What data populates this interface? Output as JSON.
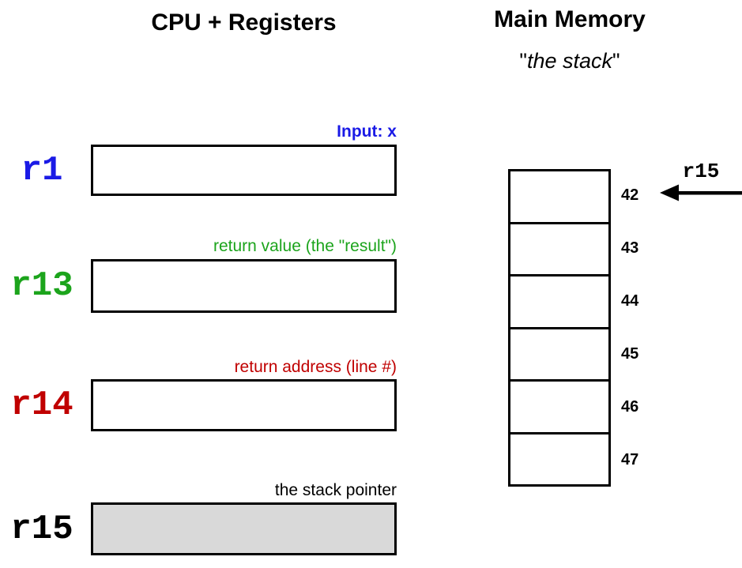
{
  "colors": {
    "register_r1_text": "#1A1AE6",
    "register_r13_text": "#1CA41C",
    "register_r14_text": "#C00000",
    "register_r15_text": "#000000",
    "stack_pointer_box_fill": "#D9D9D9",
    "box_border": "#000000",
    "background": "#FFFFFF"
  },
  "cpu_panel": {
    "title": "CPU + Registers",
    "registers": [
      {
        "name": "r1",
        "caption": "Input: x"
      },
      {
        "name": "r13",
        "caption": "return value (the \"result\")"
      },
      {
        "name": "r14",
        "caption": "return address (line #)"
      },
      {
        "name": "r15",
        "caption": "the stack pointer"
      }
    ]
  },
  "memory_panel": {
    "title": "Main Memory",
    "subtitle": {
      "open_quote": "\"",
      "text": "the stack",
      "close_quote": "\""
    },
    "cells": [
      {
        "address": "42"
      },
      {
        "address": "43"
      },
      {
        "address": "44"
      },
      {
        "address": "45"
      },
      {
        "address": "46"
      },
      {
        "address": "47"
      }
    ],
    "pointer": {
      "label": "r15",
      "points_to_address": "42"
    }
  }
}
